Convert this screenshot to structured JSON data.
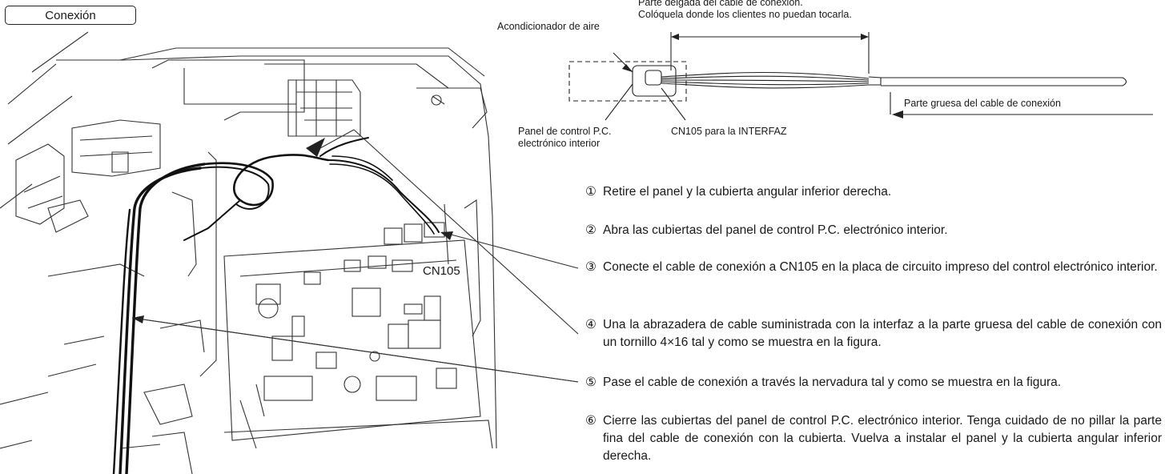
{
  "section_tag": "Conexión",
  "top_diagram": {
    "thin_part_line1": "Parte delgada del cable de conexión.",
    "thin_part_line2": "Colóquela donde los clientes no puedan tocarla.",
    "air_conditioner": "Acondicionador de aire",
    "thick_part": "Parte gruesa del cable de conexión",
    "panel_line1": "Panel de control P.C.",
    "panel_line2": "electrónico interior",
    "cn105_interface": "CN105 para la INTERFAZ"
  },
  "photo": {
    "cn105_label": "CN105"
  },
  "steps": [
    {
      "num": "①",
      "text": "Retire el panel y la cubierta angular inferior derecha."
    },
    {
      "num": "②",
      "text": "Abra las cubiertas del panel de control P.C. electrónico interior."
    },
    {
      "num": "③",
      "text": "Conecte el cable de conexión a CN105 en la placa de circuito impreso del control electrónico interior."
    },
    {
      "num": "④",
      "text": "Una la abrazadera de cable suministrada con la interfaz a la parte gruesa del cable de conexión con un tornillo 4×16 tal y como se muestra en la figura."
    },
    {
      "num": "⑤",
      "text": "Pase el cable de conexión a través la nervadura tal y como se muestra en la figura."
    },
    {
      "num": "⑥",
      "text": "Cierre las cubiertas del panel de control P.C. electrónico interior. Tenga cuidado de no pillar la parte fina del cable de conexión con la cubierta. Vuelva a instalar el panel y la cubierta angular inferior derecha."
    }
  ]
}
